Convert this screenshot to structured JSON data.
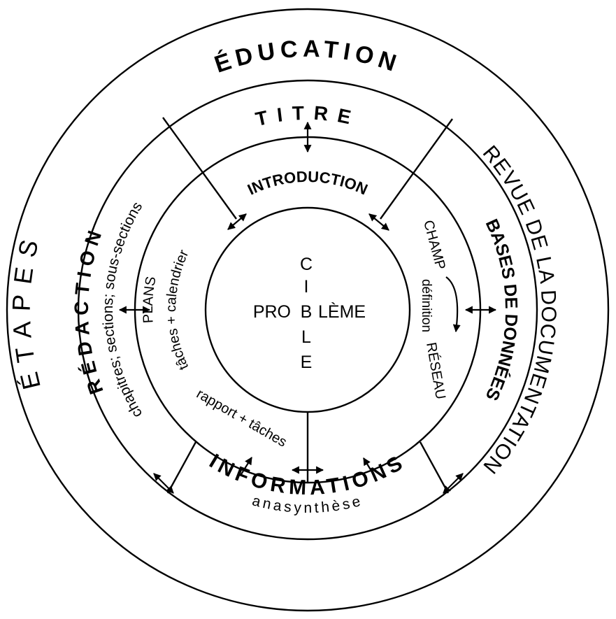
{
  "outer_ring": {
    "top": "ÉDUCATION",
    "left": "ÉTAPES",
    "right": "REVUE DE LA DOCUMENTATION"
  },
  "middle_ring": {
    "top": "TITRE",
    "left_title": "RÉDACTION",
    "left_sub": "chapitres; sections; sous-sections",
    "right": "BASES DE DONNÉES",
    "bottom_title": "INFORMATIONS",
    "bottom_sub": "anasynthèse"
  },
  "inner_ring": {
    "top": "INTRODUCTION",
    "left_title": "PLANS",
    "left_sub": "tâches + calendrier",
    "bottom": "rapport + tâches",
    "right_top": "CHAMP",
    "right_sub": "définition",
    "right_bottom": "RÉSEAU"
  },
  "center": {
    "horizontal": [
      "PRO",
      "B",
      "LÈME"
    ],
    "vertical": [
      "C",
      "I",
      "B",
      "L",
      "E"
    ]
  }
}
